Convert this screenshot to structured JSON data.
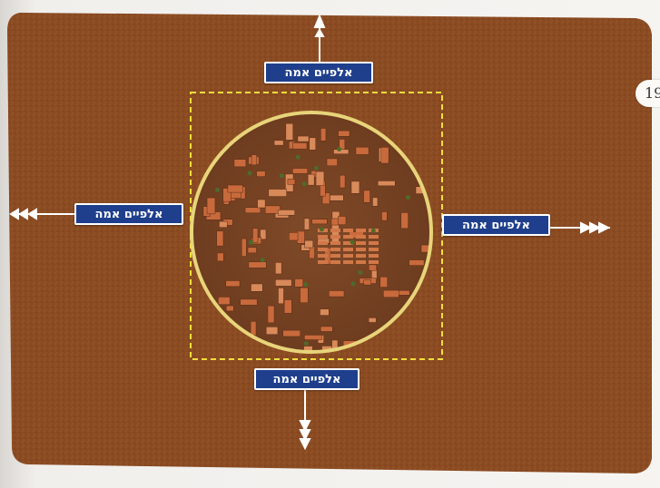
{
  "labels": {
    "top": "אלפיים אמה",
    "left": "אלפיים אמה",
    "right": "אלפיים אמה",
    "bottom": "אלפיים אמה"
  },
  "page_number": "19",
  "colors": {
    "board": "#8a4a22",
    "label_bg": "#1f3f8c",
    "boundary_dash": "#f0de3c",
    "circle_wall": "#e8d47a",
    "roof": "#c86a3c"
  }
}
